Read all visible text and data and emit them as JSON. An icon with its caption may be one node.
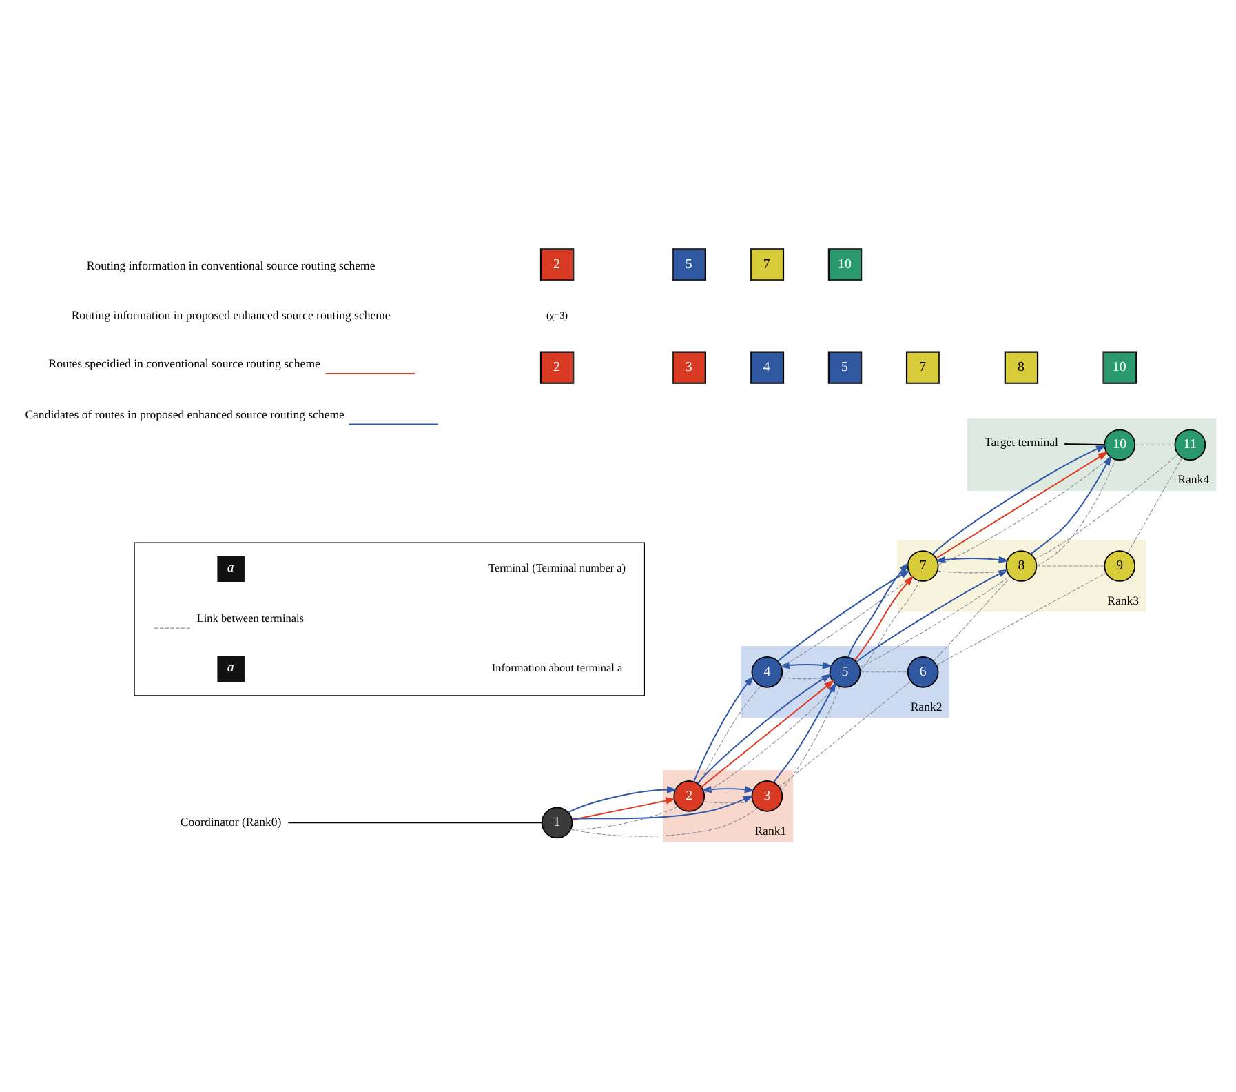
{
  "diagram": {
    "nodes": [
      {
        "text": [
          "1"
        ]
      },
      {
        "text": [
          "Rank1"
        ]
      },
      {
        "text": [
          "2"
        ],
        "in": 1
      },
      {
        "text": [
          "3"
        ],
        "in": 1
      },
      {
        "text": [
          "Rank2"
        ]
      },
      {
        "text": [
          "4"
        ],
        "in": 4
      },
      {
        "text": [
          "5"
        ],
        "in": 4
      },
      {
        "text": [
          "6"
        ],
        "in": 4
      },
      {
        "text": [
          "Rank3"
        ]
      },
      {
        "text": [
          "7"
        ],
        "in": 8
      },
      {
        "text": [
          "8"
        ],
        "in": 8
      },
      {
        "text": [
          "9"
        ],
        "in": 8
      },
      {
        "text": [
          "Rank4"
        ]
      },
      {
        "text": [
          "10"
        ],
        "in": 12
      },
      {
        "text": [
          "11"
        ],
        "in": 12
      },
      {
        "text": [
          "Target terminal"
        ],
        "in": 12
      },
      {
        "text": [
          "Coordinator (Rank0)"
        ]
      },
      {
        "text": [],
        "shape": "box"
      }
    ],
    "edges": [
      {
        "from": 0,
        "to": 2,
        "arrow": "none",
        "style": "dashed"
      },
      {
        "from": 0,
        "to": 3,
        "arrow": "none",
        "style": "dashed"
      },
      {
        "from": 2,
        "to": 5,
        "arrow": "none",
        "style": "dashed"
      },
      {
        "from": 2,
        "to": 6,
        "arrow": "none",
        "style": "dashed"
      },
      {
        "from": 2,
        "to": 3,
        "arrow": "none",
        "style": "dashed"
      },
      {
        "from": 3,
        "to": 6,
        "arrow": "none",
        "style": "dashed"
      },
      {
        "from": 3,
        "to": 7,
        "arrow": "none",
        "style": "dashed"
      },
      {
        "from": 5,
        "to": 9,
        "arrow": "none",
        "style": "dashed"
      },
      {
        "from": 5,
        "to": 6,
        "arrow": "none",
        "style": "dashed"
      },
      {
        "from": 6,
        "to": 9,
        "arrow": "none",
        "style": "dashed"
      },
      {
        "from": 6,
        "to": 10,
        "arrow": "none",
        "style": "dashed"
      },
      {
        "from": 6,
        "to": 7,
        "arrow": "none",
        "style": "dashed"
      },
      {
        "from": 7,
        "to": 10,
        "arrow": "none",
        "style": "dashed"
      },
      {
        "from": 7,
        "to": 11,
        "arrow": "none",
        "style": "dashed"
      },
      {
        "from": 9,
        "to": 13,
        "arrow": "none",
        "style": "dashed"
      },
      {
        "from": 9,
        "to": 10,
        "arrow": "none",
        "style": "dashed"
      },
      {
        "from": 10,
        "to": 13,
        "arrow": "none",
        "style": "dashed"
      },
      {
        "from": 10,
        "to": 14,
        "arrow": "none",
        "style": "dashed"
      },
      {
        "from": 10,
        "to": 11,
        "arrow": "none",
        "style": "dashed"
      },
      {
        "from": 11,
        "to": 14,
        "arrow": "none",
        "style": "dashed"
      },
      {
        "from": 13,
        "to": 14,
        "arrow": "none",
        "style": "dashed"
      },
      {
        "from": 0,
        "to": 2,
        "arrow": "to",
        "color": "#e03a22"
      },
      {
        "from": 2,
        "to": 6,
        "arrow": "to",
        "color": "#e03a22"
      },
      {
        "from": 6,
        "to": 9,
        "arrow": "to",
        "color": "#e03a22"
      },
      {
        "from": 9,
        "to": 13,
        "arrow": "to",
        "color": "#e03a22"
      },
      {
        "from": 0,
        "to": 2,
        "arrow": "to",
        "color": "#2f58a8"
      },
      {
        "from": 0,
        "to": 3,
        "arrow": "to",
        "color": "#2f58a8"
      },
      {
        "from": 2,
        "to": 5,
        "arrow": "to",
        "color": "#2f58a8"
      },
      {
        "from": 2,
        "to": 6,
        "arrow": "to",
        "color": "#2f58a8"
      },
      {
        "from": 2,
        "to": 3,
        "arrow": "both",
        "color": "#2f58a8"
      },
      {
        "from": 3,
        "to": 6,
        "arrow": "to",
        "color": "#2f58a8"
      },
      {
        "from": 5,
        "to": 9,
        "arrow": "to",
        "color": "#2f58a8"
      },
      {
        "from": 5,
        "to": 6,
        "arrow": "both",
        "color": "#2f58a8"
      },
      {
        "from": 6,
        "to": 9,
        "arrow": "to",
        "color": "#2f58a8"
      },
      {
        "from": 6,
        "to": 10,
        "arrow": "to",
        "color": "#2f58a8"
      },
      {
        "from": 9,
        "to": 10,
        "arrow": "both",
        "color": "#2f58a8"
      },
      {
        "from": 9,
        "to": 13,
        "arrow": "to",
        "color": "#2f58a8"
      },
      {
        "from": 10,
        "to": 13,
        "arrow": "to",
        "color": "#2f58a8"
      },
      {
        "from": 16,
        "to": 0,
        "arrow": "none",
        "color": "#000000"
      },
      {
        "from": 15,
        "to": 13,
        "arrow": "none",
        "color": "#000000"
      }
    ],
    "labels": [
      "Routing information in conventional source routing scheme",
      "2",
      "5",
      "7",
      "10",
      "Routing information in proposed enhanced source routing scheme",
      "(χ=3)",
      "2",
      "3",
      "4",
      "5",
      "7",
      "8",
      "10",
      "a",
      "a"
    ],
    "legend": [
      {
        "text": "Terminal (Terminal number a)"
      },
      {
        "text": "Link between terminals"
      },
      {
        "text": "Information about terminal a"
      },
      {
        "text": "Routes specidied in conventional source routing scheme"
      },
      {
        "text": "Candidates of routes in proposed enhanced source routing scheme"
      }
    ]
  }
}
